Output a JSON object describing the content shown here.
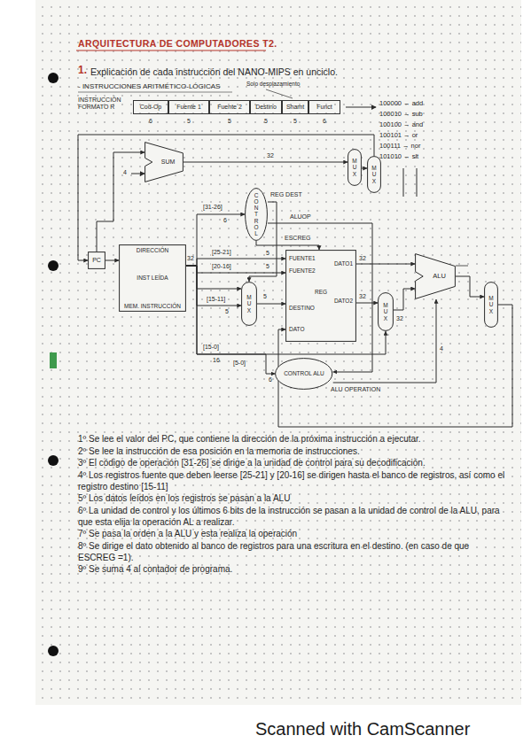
{
  "diagram": {
    "title": "ARQUITECTURA DE COMPUTADORES T2.",
    "nodes": [
      {
        "text": [
          "PC"
        ]
      },
      {
        "text": [
          "DIRECCIÓN",
          "INST LEÍDA",
          "MEM. INSTRUCCIÓN"
        ]
      },
      {
        "text": [
          "SUM"
        ]
      },
      {
        "text": [
          "CONTROL"
        ]
      },
      {
        "text": [
          "MUX"
        ]
      },
      {
        "text": [
          "FUENTE1",
          "FUENTE2",
          "REG",
          "DESTINO",
          "DATO",
          "DATO1",
          "DATO2"
        ]
      },
      {
        "text": [
          "MUX"
        ]
      },
      {
        "text": [
          "ALU"
        ]
      },
      {
        "text": [
          "CONTROL ALU"
        ]
      },
      {
        "text": [
          "MUX"
        ]
      },
      {
        "text": [
          "MUX"
        ]
      },
      {
        "text": [
          "MUX"
        ]
      }
    ],
    "edges": [
      {
        "from": 0,
        "to": 1,
        "arrow": "to"
      },
      {
        "from": 0,
        "to": 2,
        "arrow": "to"
      },
      {
        "from": 2,
        "to": 10,
        "label": "32",
        "arrow": "to"
      },
      {
        "from": 1,
        "to": 3,
        "label": "[31-26]",
        "arrow": "to"
      },
      {
        "from": 1,
        "to": 5,
        "label": "[25-21]",
        "arrow": "to"
      },
      {
        "from": 1,
        "to": 5,
        "label": "[20-16]",
        "arrow": "to"
      },
      {
        "from": 1,
        "to": 4,
        "label": "[15-11]",
        "arrow": "to"
      },
      {
        "from": 1,
        "to": 4,
        "arrow": "to"
      },
      {
        "from": 1,
        "to": 6,
        "label": "[15-0]",
        "arrow": "to"
      },
      {
        "from": 1,
        "to": 8,
        "label": "[5-0]",
        "arrow": "to"
      },
      {
        "from": 3,
        "to": 4,
        "label": "REG DEST",
        "arrow": "to"
      },
      {
        "from": 3,
        "to": 8,
        "label": "ALUOP",
        "arrow": "to"
      },
      {
        "from": 3,
        "to": 5,
        "label": "ESCREG",
        "arrow": "to"
      },
      {
        "from": 4,
        "to": 5,
        "label": "5",
        "arrow": "to"
      },
      {
        "from": 5,
        "to": 7,
        "label": "32",
        "arrow": "to"
      },
      {
        "from": 5,
        "to": 6,
        "label": "32",
        "arrow": "to"
      },
      {
        "from": 6,
        "to": 7,
        "label": "32",
        "arrow": "to"
      },
      {
        "from": 8,
        "to": 7,
        "label": "ALU OPERATION",
        "arrow": "to"
      },
      {
        "from": 7,
        "to": 9,
        "arrow": "to"
      },
      {
        "from": 9,
        "to": 5,
        "arrow": "to"
      },
      {
        "from": 10,
        "to": 11,
        "arrow": "to"
      },
      {
        "from": 11,
        "to": 0,
        "arrow": "to"
      }
    ],
    "labels": [
      "1.",
      "Explicación de cada instrucción del NANO-MIPS en unciclo.",
      "- INSTRUCCIONES ARITMÉTICO-LÓGICAS",
      "Solo desplazamiento",
      "INSTRUCCIÓN FORMATO R",
      "Cod-Op",
      "Fuente 1",
      "Fuente 2",
      "Destino",
      "Shamt",
      "Funct",
      "6",
      "5",
      "5",
      "5",
      "5",
      "6",
      "100000 → add",
      "100010 → sub",
      "100100 → and",
      "100101 → or",
      "100111 → nor",
      "101010 → slt",
      "4",
      "32",
      "6",
      "5",
      "5",
      "5",
      "16",
      "6",
      "4",
      "Scanned with CamScanner",
      "1º Se lee el valor del PC, que contiene la dirección de la próxima instrucción a ejecutar.",
      "2º Se lee la instrucción de esa posición en la memoria de instrucciones.",
      "3º El código de operación [31-26] se dirige a la unidad de control para su decodificación.",
      "4º Los registros fuente que deben leerse [25-21] y [20-16] se dirigen hasta el banco de registros, así como el registro destino [15-11]",
      "5º Los datos leídos en los registros se pasan a la ALU",
      "6º La unidad de control y los últimos 6 bits de la instrucción se pasan a la unidad de control de la ALU, para que esta elija la operación AL a realizar.",
      "7º Se pasa la orden a la ALU y esta realiza la operación",
      "8º Se dirige el dato obtenido al banco de registros para una escritura en el destino. (en caso de que ESCREG =1).",
      "9º Se suma 4 al contador de programa."
    ]
  }
}
